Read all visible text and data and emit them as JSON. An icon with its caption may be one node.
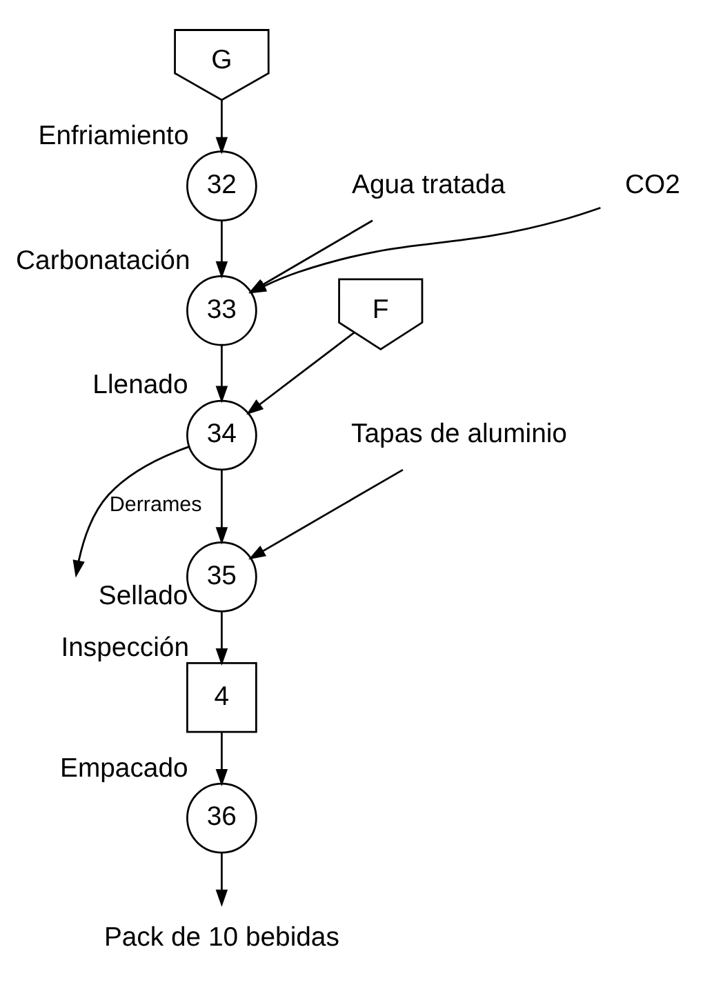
{
  "diagram": {
    "nodes": [
      {
        "text": [
          "G"
        ]
      },
      {
        "text": [
          "F"
        ]
      },
      {
        "text": [
          "32"
        ],
        "beside": [
          "Enfriamiento"
        ]
      },
      {
        "text": [
          "Agua tratada"
        ]
      },
      {
        "text": [
          "CO2"
        ]
      },
      {
        "text": [
          "33"
        ],
        "beside": [
          "Carbonatación"
        ]
      },
      {
        "text": [
          "34"
        ],
        "beside": [
          "Llenado"
        ]
      },
      {
        "text": [
          "Tapas de aluminio"
        ]
      },
      {
        "text": [
          "35"
        ],
        "beside": [
          "Sellado"
        ]
      },
      {
        "text": [
          "4"
        ],
        "beside": [
          "Inspección"
        ]
      },
      {
        "text": [
          "36"
        ],
        "beside": [
          "Empacado"
        ]
      },
      {
        "text": [
          "Pack de 10 bebidas"
        ]
      }
    ],
    "edges": [
      {
        "from": 0,
        "to": 2,
        "arrow": "to"
      },
      {
        "from": 2,
        "to": 5,
        "arrow": "to"
      },
      {
        "from": 3,
        "to": 5,
        "arrow": "to"
      },
      {
        "from": 4,
        "to": 5,
        "arrow": "to"
      },
      {
        "from": 5,
        "to": 6,
        "arrow": "to"
      },
      {
        "from": 1,
        "to": 6,
        "arrow": "to"
      },
      {
        "from": 6,
        "to": 8,
        "arrow": "to"
      },
      {
        "from": 6,
        "to": null,
        "arrow": "to",
        "label": "Derrames"
      },
      {
        "from": 7,
        "to": 8,
        "arrow": "to"
      },
      {
        "from": 8,
        "to": 9,
        "arrow": "to"
      },
      {
        "from": 9,
        "to": 10,
        "arrow": "to"
      },
      {
        "from": 10,
        "to": 11,
        "arrow": "to"
      }
    ]
  }
}
